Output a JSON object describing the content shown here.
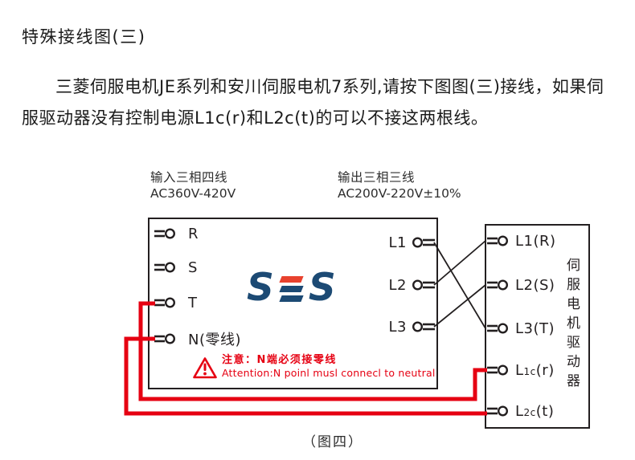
{
  "title": "特殊接线图(三)",
  "paragraph": "三菱伺服电机JE系列和安川伺服电机7系列,请按下图图(三)接线，如果伺服驱动器没有控制电源L1c(r)和L2c(t)的可以不接这两根线。",
  "diagram": {
    "input_label": {
      "line1": "输入三相四线",
      "line2": "AC360V-420V"
    },
    "output_label": {
      "line1": "输出三相三线",
      "line2": "AC200V-220V±10%"
    },
    "power_box": {
      "logo": {
        "name": "SES",
        "s1": "S",
        "s2": "S"
      },
      "left_terminals": [
        {
          "label": "R"
        },
        {
          "label": "S"
        },
        {
          "label": "T"
        },
        {
          "label": "N(零线)"
        }
      ],
      "right_terminals": [
        {
          "label": "L1"
        },
        {
          "label": "L2"
        },
        {
          "label": "L3"
        }
      ],
      "warning": {
        "cn": "注意：N端必须接零线",
        "en": "Attention:N poinl musl connecl to neutral"
      }
    },
    "drive_box": {
      "terminals": [
        {
          "main": "L1",
          "sub": "",
          "rest": "(R)"
        },
        {
          "main": "L2",
          "sub": "",
          "rest": "(S)"
        },
        {
          "main": "L3",
          "sub": "",
          "rest": "(T)"
        },
        {
          "main": "L",
          "sub": "1c",
          "rest": "(r)"
        },
        {
          "main": "L",
          "sub": "2c",
          "rest": "(t)"
        }
      ],
      "side_label": "伺服电机驱动器"
    },
    "caption": "（图四）",
    "colors": {
      "wire_red": "#e60012",
      "line_black": "#231f20",
      "logo_navy": "#1c4a74",
      "logo_red": "#e8422e"
    }
  }
}
